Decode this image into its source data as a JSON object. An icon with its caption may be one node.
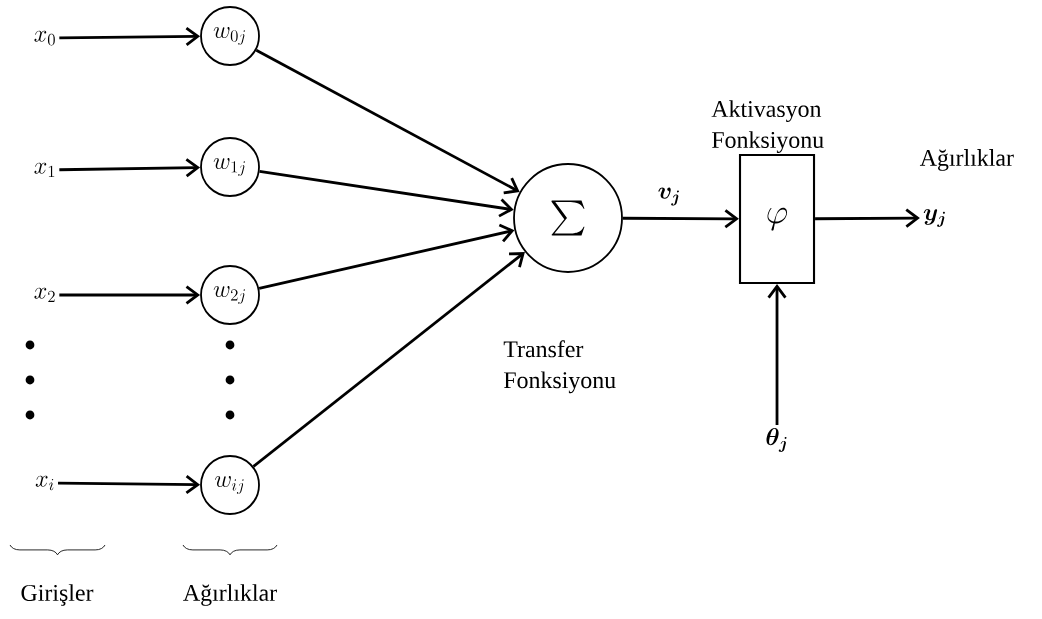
{
  "diagram": {
    "nodes": [
      {
        "text": [
          "x_{0}"
        ]
      },
      {
        "text": [
          "x_{1}"
        ]
      },
      {
        "text": [
          "x_{2}"
        ]
      },
      {
        "text": [
          "x_{i}"
        ]
      },
      {
        "text": [
          "w_{0j}"
        ]
      },
      {
        "text": [
          "w_{1j}"
        ]
      },
      {
        "text": [
          "w_{2j}"
        ]
      },
      {
        "text": [
          "w_{ij}"
        ]
      },
      {
        "text": [
          "\\sum"
        ],
        "beside": [
          "Transfer Fonksiyonu"
        ]
      },
      {
        "text": [
          "\\varphi"
        ],
        "beside": [
          "Aktivasyon Fonksiyonu"
        ]
      },
      {
        "text": [
          "\\bm{y}_{\\bm{j}}"
        ]
      },
      {
        "text": [
          "\\bm{\\theta}_{\\bm{j}}"
        ]
      }
    ],
    "edges": [
      {
        "from": 0,
        "to": 4,
        "arrow": "to"
      },
      {
        "from": 1,
        "to": 5,
        "arrow": "to"
      },
      {
        "from": 2,
        "to": 6,
        "arrow": "to"
      },
      {
        "from": 3,
        "to": 7,
        "arrow": "to"
      },
      {
        "from": 4,
        "to": 8,
        "arrow": "to"
      },
      {
        "from": 5,
        "to": 8,
        "arrow": "to"
      },
      {
        "from": 6,
        "to": 8,
        "arrow": "to"
      },
      {
        "from": 7,
        "to": 8,
        "arrow": "to"
      },
      {
        "from": 8,
        "to": 9,
        "arrow": "to",
        "label": "\\bm{v}_{\\bm{j}}"
      },
      {
        "from": 9,
        "to": 10,
        "arrow": "to"
      },
      {
        "from": 11,
        "to": 9,
        "arrow": "to"
      }
    ],
    "labels": [
      "Ağırlıklar",
      "Girişler",
      "Ağırlıklar"
    ]
  }
}
